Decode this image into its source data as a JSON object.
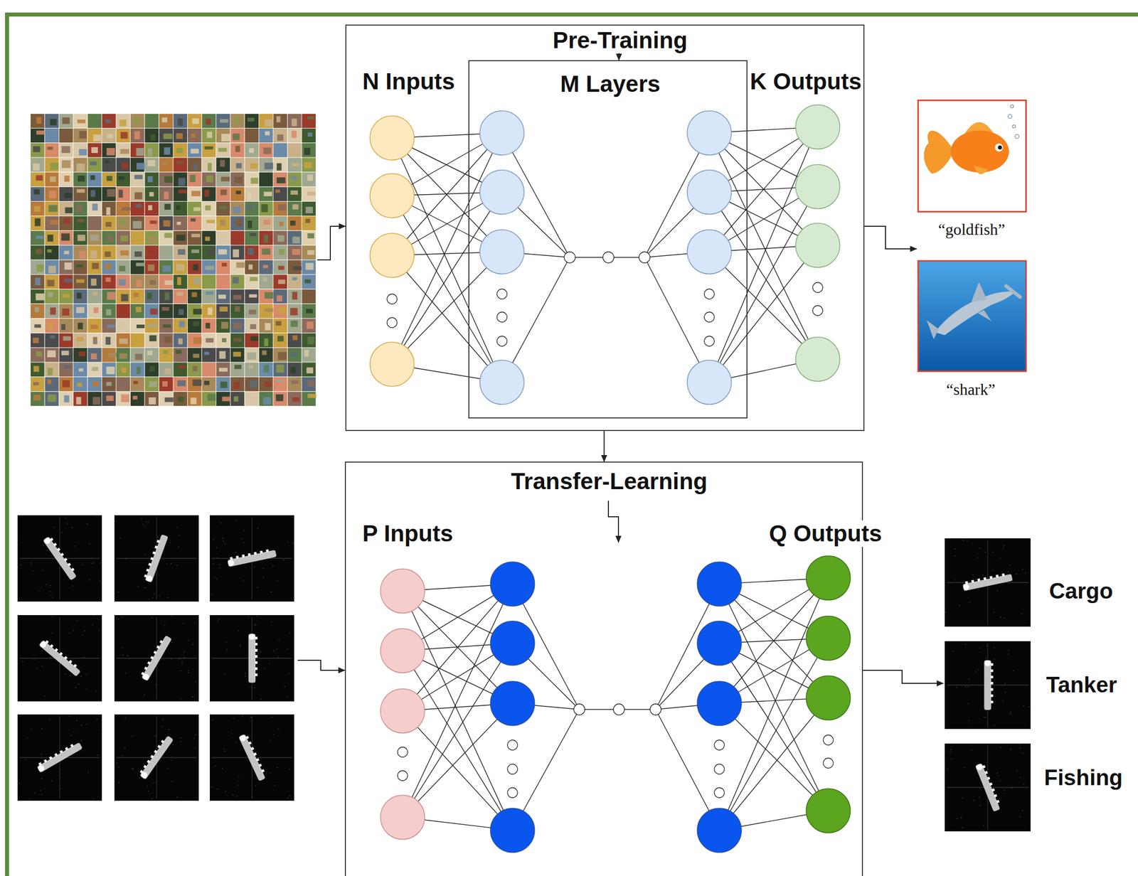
{
  "diagram": {
    "nodes": [
      {
        "text": [
          "Pre-Training"
        ]
      },
      {
        "text": [
          "M Layers"
        ],
        "in": 0
      },
      {
        "text": [
          "Transfer-Learning"
        ]
      }
    ],
    "edges": [
      {
        "from": 0,
        "to": 2,
        "arrow": "to"
      }
    ],
    "labels": [
      "N Inputs",
      "K Outputs",
      "“goldfish”",
      "“shark”",
      "P Inputs",
      "Q Outputs",
      "Cargo",
      "Tanker",
      "Fishing"
    ]
  }
}
